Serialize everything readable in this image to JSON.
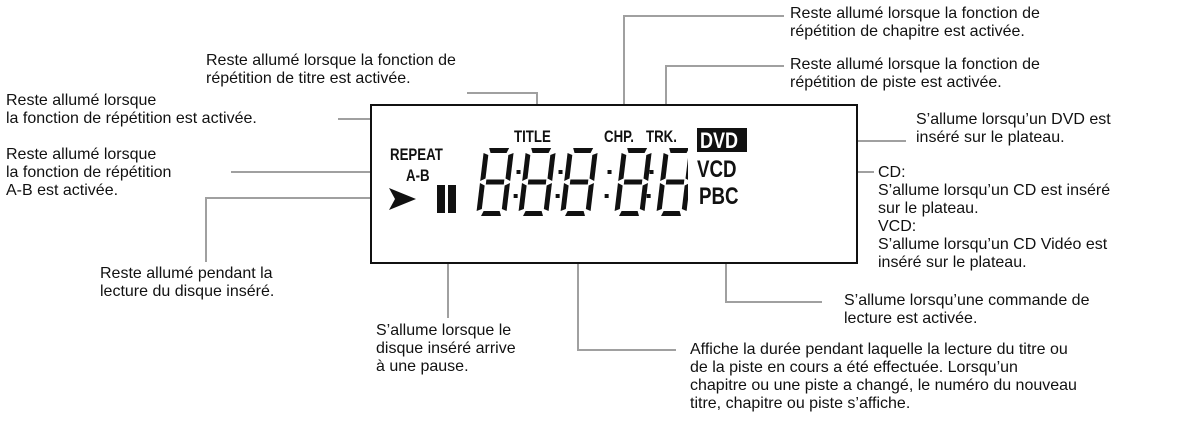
{
  "annotations": {
    "repeat_title": [
      "Reste allumé lorsque la fonction de",
      "répétition de titre est activée."
    ],
    "repeat_chapter": [
      "Reste allumé lorsque la fonction de",
      "répétition de chapitre est activée."
    ],
    "repeat_track": [
      "Reste allumé lorsque la fonction de",
      "répétition de piste est activée."
    ],
    "repeat": [
      "Reste allumé lorsque",
      "la fonction de répétition est activée."
    ],
    "repeat_ab": [
      "Reste allumé lorsque",
      "la fonction de répétition",
      "A-B est activée."
    ],
    "dvd": [
      "S’allume lorsqu’un DVD est",
      "inséré sur le plateau."
    ],
    "cd_vcd": [
      "CD:",
      "S’allume lorsqu’un CD est inséré",
      "sur le plateau.",
      "VCD:",
      "S’allume lorsqu’un CD Vidéo est",
      "inséré sur le plateau."
    ],
    "play": [
      "Reste allumé pendant la",
      "lecture du disque inséré."
    ],
    "pause": [
      "S’allume lorsque le",
      "disque inséré arrive",
      "à une pause."
    ],
    "pbc": [
      "S’allume lorsqu’une commande de",
      "lecture est activée."
    ],
    "time": [
      "Affiche la durée pendant laquelle la lecture du titre ou",
      "de la piste en cours a été  effectuée. Lorsqu’un",
      "chapitre ou une piste a changé, le numéro du nouveau",
      "titre, chapitre ou piste s’affiche."
    ]
  },
  "display": {
    "repeat": "REPEAT",
    "ab": "A-B",
    "title": "TITLE",
    "chp": "CHP.",
    "trk": "TRK.",
    "dvd": "DVD",
    "vcd": "VCD",
    "pbc": "PBC",
    "play_icon": "play-icon",
    "pause_icon": "pause-icon",
    "digits": [
      "8",
      "8",
      "8",
      "8",
      "8"
    ]
  },
  "colors": {
    "leader": "#a0a0a0",
    "ink": "#111111",
    "segment": "#111111"
  }
}
